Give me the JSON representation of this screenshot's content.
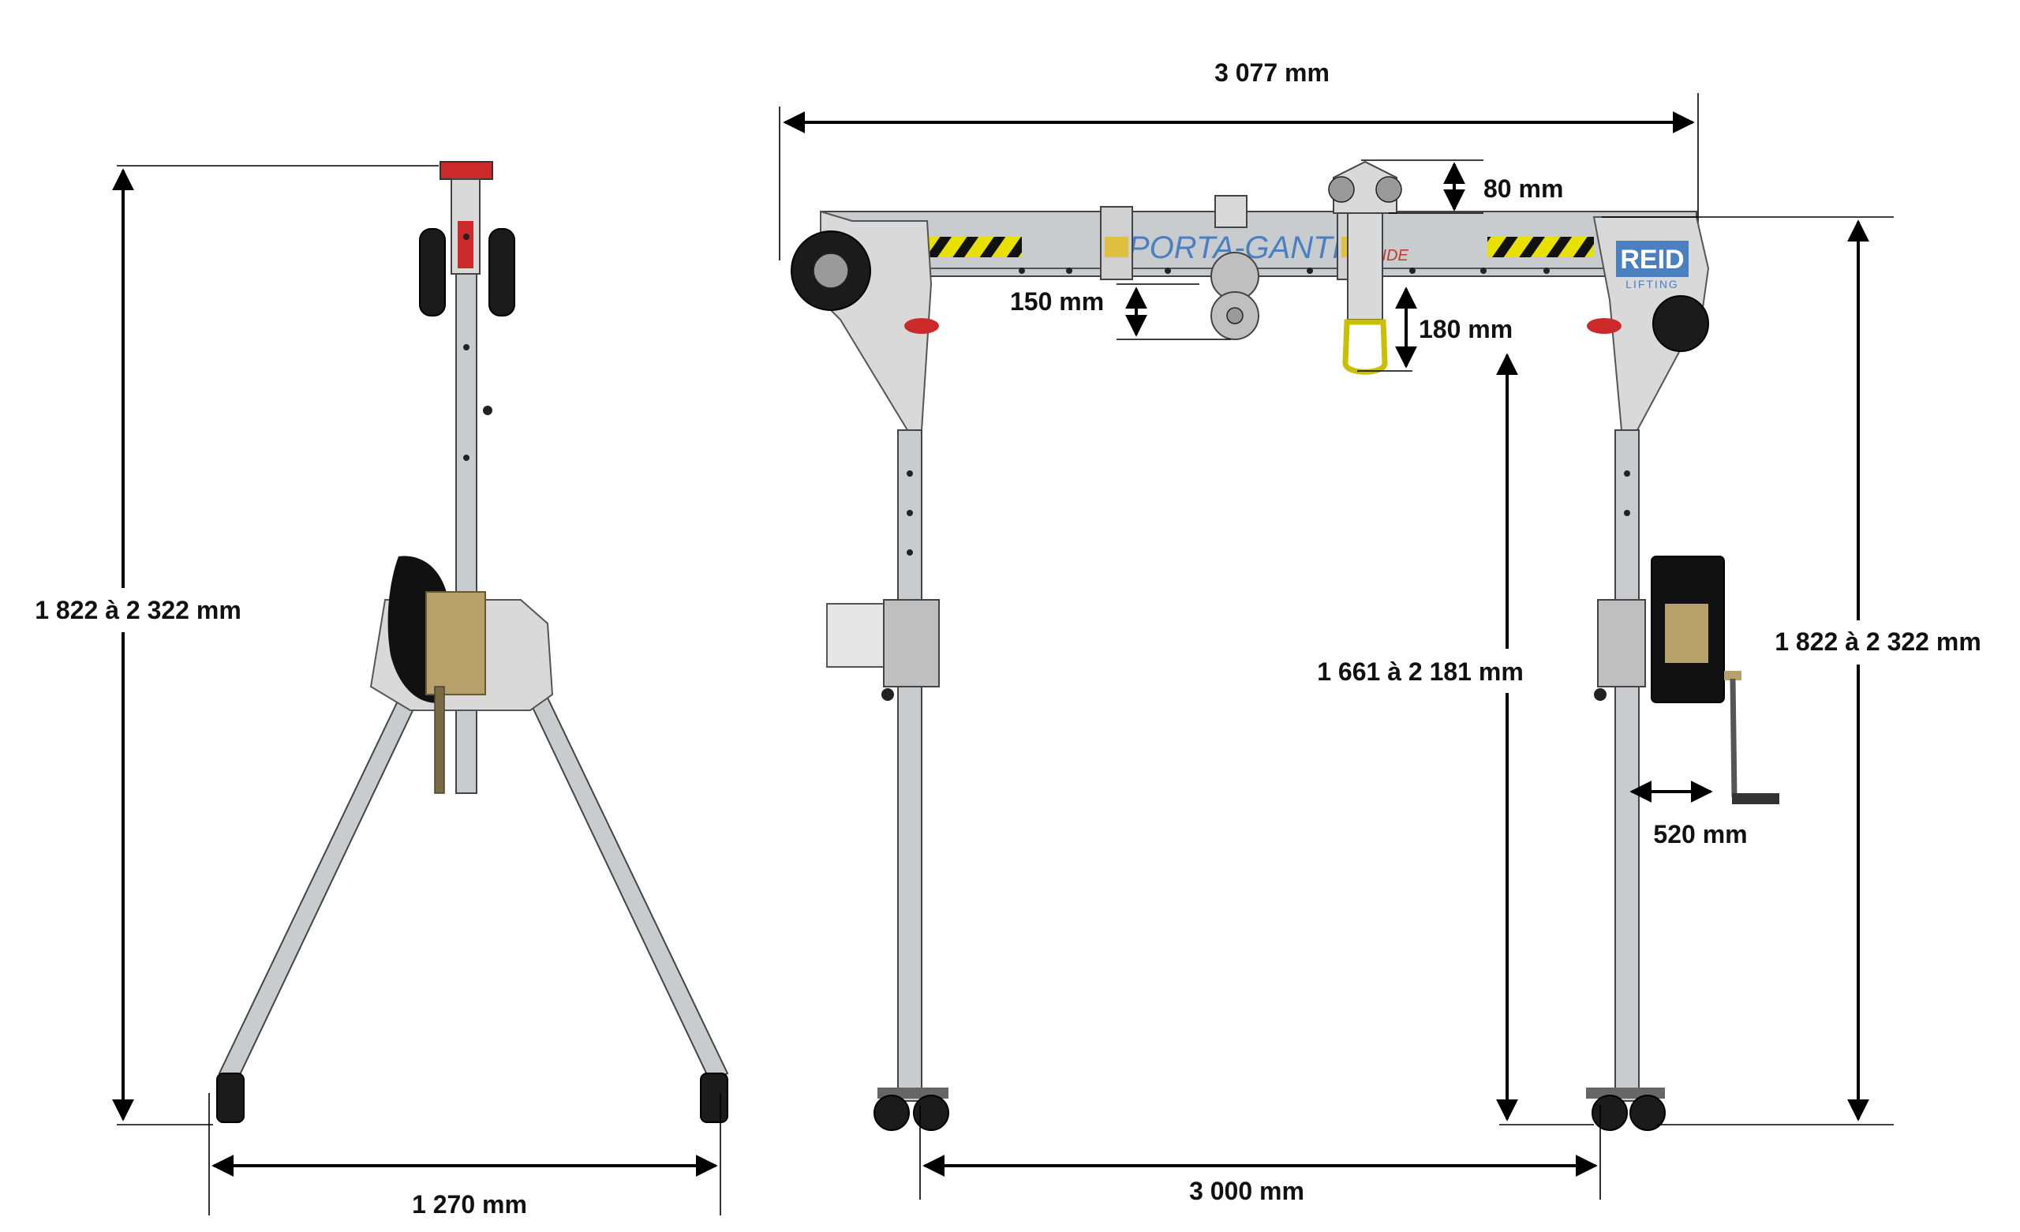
{
  "dimensions": {
    "side_height": "1 822 à 2 322 mm",
    "side_base_width": "1 270 mm",
    "overall_length": "3 077 mm",
    "trolley_height": "80 mm",
    "trolley_drop": "150 mm",
    "shackle_drop": "180 mm",
    "clear_height": "1 661 à 2 181 mm",
    "front_height": "1 822 à 2 322 mm",
    "winch_reach": "520 mm",
    "span": "3 000 mm"
  },
  "branding": {
    "beam_brand": "PORTA-GANTRY",
    "beam_brand_suffix": "SLIDE",
    "logo": "REID",
    "logo_sub": "LIFTING"
  },
  "colors": {
    "hazard_yellow": "#e8e000",
    "hazard_black": "#111111",
    "brand_blue": "#4a7fc0",
    "frame_grey": "#c9cccf",
    "winch_brass": "#b8a06a",
    "trolley_red": "#cc2a2a"
  }
}
